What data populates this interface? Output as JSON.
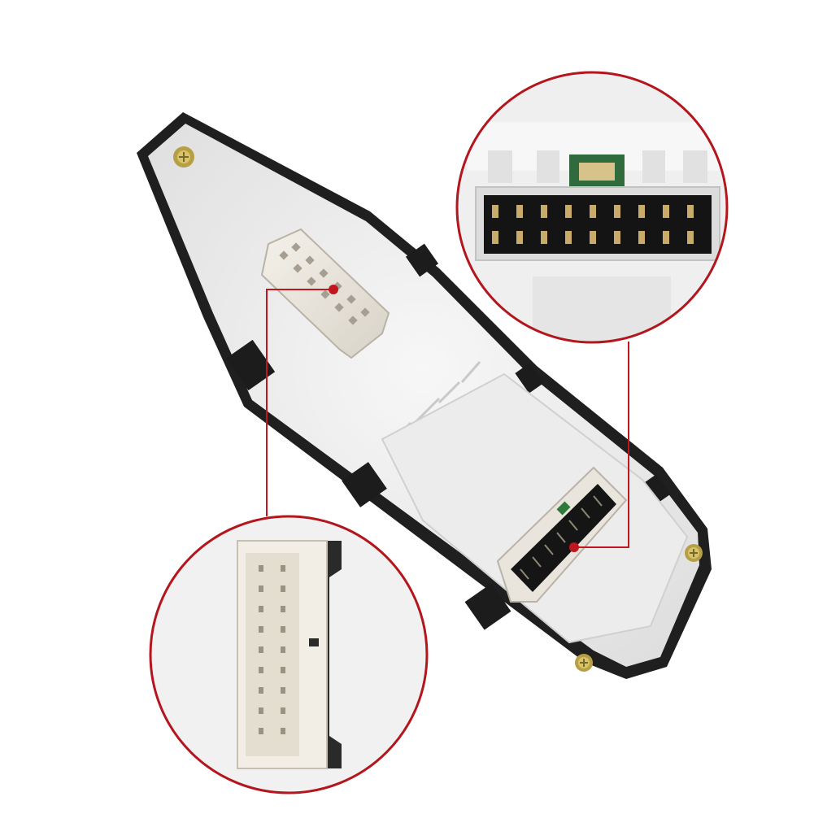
{
  "colors": {
    "background": "#ffffff",
    "housing": "#f1f1f1",
    "bezel": "#1c1c1c",
    "connector": "#ece8df",
    "callout_line": "#c0171f",
    "callout_dot": "#c0171f",
    "circle_border": "#b3161c",
    "screw": "#c9b25a"
  },
  "scene": {
    "subject": "window-switch-underside",
    "callouts": [
      "connector-upper",
      "connector-lower"
    ]
  }
}
